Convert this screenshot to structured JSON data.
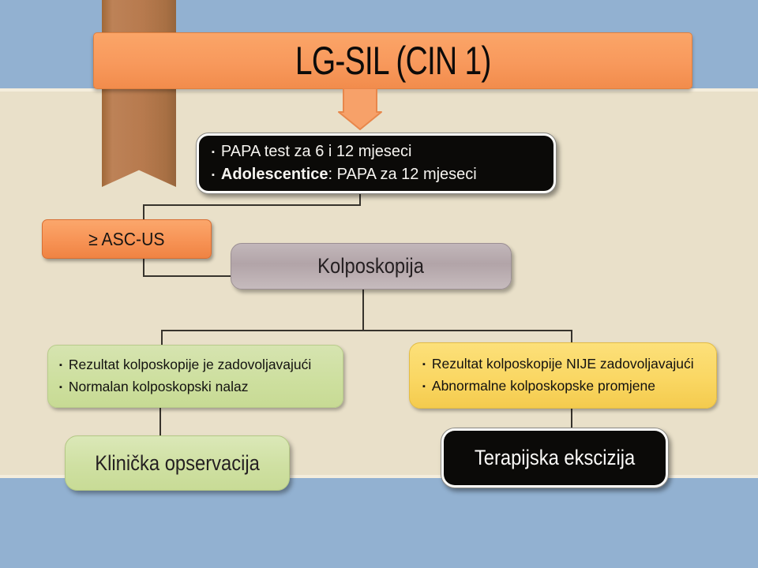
{
  "slide": {
    "title": "LG-SIL (CIN 1)",
    "bullet_char": "▪",
    "papa_box": {
      "line1": "PAPA test za 6 i 12 mjeseci",
      "line2_bold": "Adolescentice",
      "line2_rest": ": PAPA za 12 mjeseci"
    },
    "asc_us": {
      "label": "≥ ASC-US"
    },
    "kolposkopija": {
      "label": "Kolposkopija"
    },
    "satisfactory_box": {
      "line1": "Rezultat kolposkopije je zadovoljavajući",
      "line2": "Normalan kolposkopski nalaz"
    },
    "unsatisfactory_box": {
      "line1": "Rezultat kolposkopije NIJE zadovoljavajući",
      "line2": "Abnormalne kolposkopske promjene"
    },
    "observation": {
      "label": "Klinička opservacija"
    },
    "excision": {
      "label": "Terapijska ekscizija"
    },
    "colors": {
      "band_blue": "#92b1d1",
      "background_beige": "#e9e0c9",
      "accent_orange": "#f8985c",
      "ribbon_copper": "#b3794d",
      "box_black": "#0b0a08",
      "box_gray": "#b5a8ac",
      "box_green": "#cfe0a3",
      "box_yellow": "#fad763",
      "result_green": "#d2e2a8",
      "connector": "#37332c"
    }
  }
}
